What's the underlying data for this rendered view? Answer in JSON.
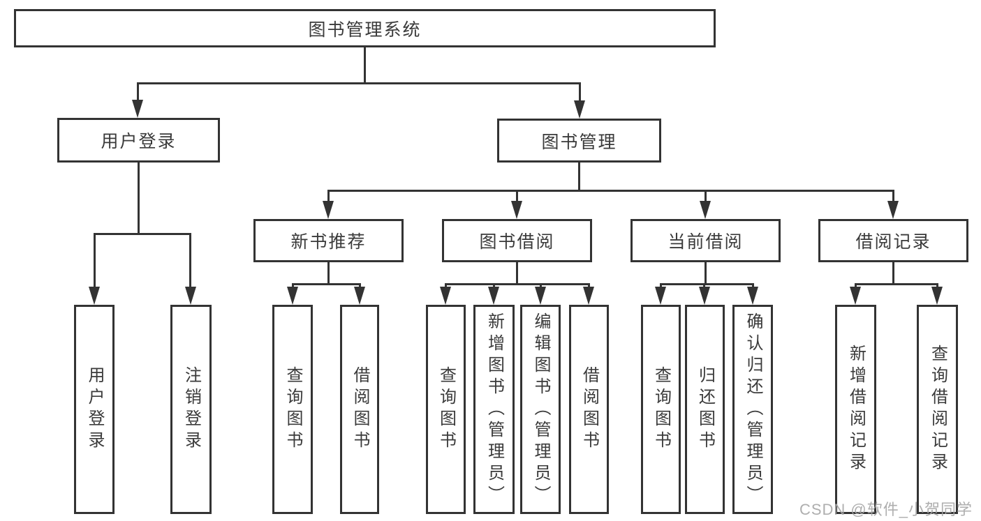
{
  "diagram": {
    "root": "图书管理系统",
    "branches": [
      {
        "label": "用户登录",
        "children": [
          {
            "label": "用户登录"
          },
          {
            "label": "注销登录"
          }
        ]
      },
      {
        "label": "图书管理",
        "children": [
          {
            "label": "新书推荐",
            "children": [
              {
                "label": "查询图书"
              },
              {
                "label": "借阅图书"
              }
            ]
          },
          {
            "label": "图书借阅",
            "children": [
              {
                "label": "查询图书"
              },
              {
                "label": "新增图书（管理员）"
              },
              {
                "label": "编辑图书（管理员）"
              },
              {
                "label": "借阅图书"
              }
            ]
          },
          {
            "label": "当前借阅",
            "children": [
              {
                "label": "查询图书"
              },
              {
                "label": "归还图书"
              },
              {
                "label": "确认归还（管理员）"
              }
            ]
          },
          {
            "label": "借阅记录",
            "children": [
              {
                "label": "新增借阅记录"
              },
              {
                "label": "查询借阅记录"
              }
            ]
          }
        ]
      }
    ]
  },
  "watermark": "CSDN @软件_小贺同学",
  "colors": {
    "line": "#333333",
    "text": "#3a3a3a",
    "watermark": "#a5a5a5",
    "background": "#ffffff"
  }
}
